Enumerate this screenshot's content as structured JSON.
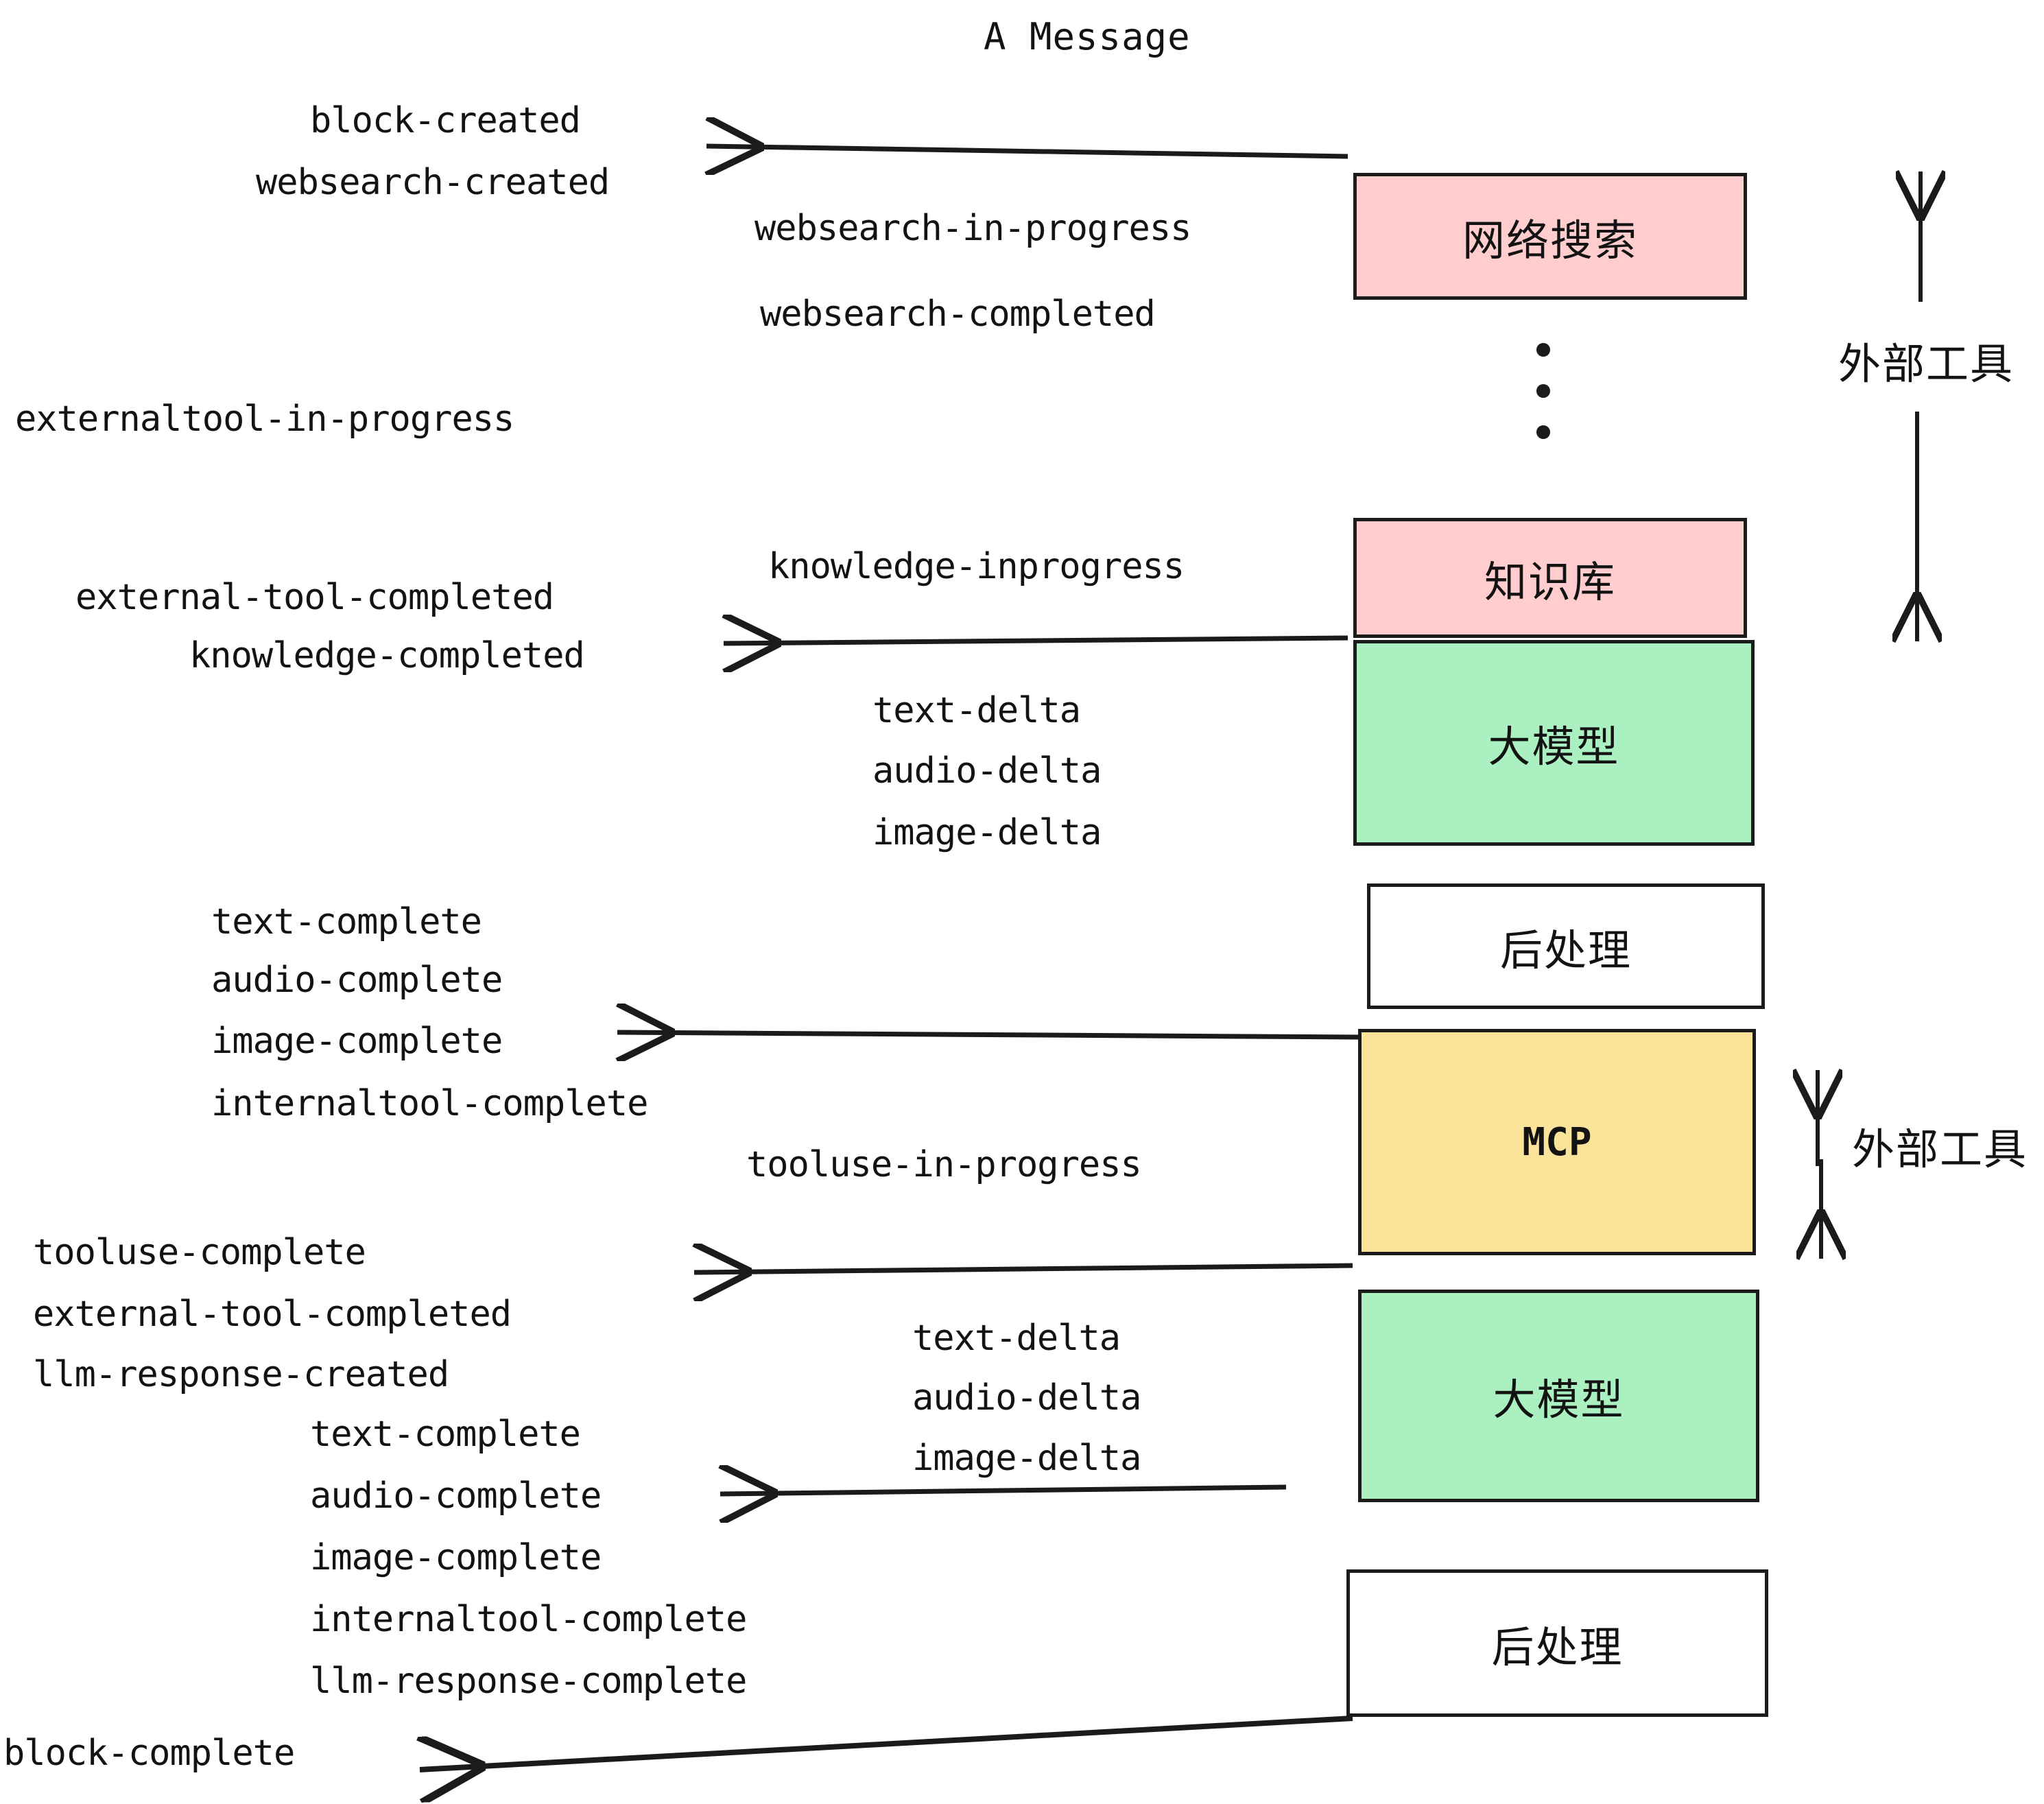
{
  "title": "A Message",
  "colors": {
    "pink": "#ffcdcd",
    "green": "#aaf0c0",
    "yellow": "#fbe49a",
    "white": "#ffffff",
    "stroke": "#1b1b1b",
    "text": "#131313"
  },
  "boxes": [
    {
      "id": "websearch",
      "label": "网络搜索",
      "fill": "pink"
    },
    {
      "id": "knowledge",
      "label": "知识库",
      "fill": "pink"
    },
    {
      "id": "llm-top",
      "label": "大模型",
      "fill": "green"
    },
    {
      "id": "postprocess-top",
      "label": "后处理",
      "fill": "white"
    },
    {
      "id": "mcp",
      "label": "MCP",
      "fill": "yellow"
    },
    {
      "id": "llm-bottom",
      "label": "大模型",
      "fill": "green"
    },
    {
      "id": "postprocess-bottom",
      "label": "后处理",
      "fill": "white"
    }
  ],
  "side_labels": [
    {
      "id": "external-tools-top",
      "label": "外部工具"
    },
    {
      "id": "external-tools-bottom",
      "label": "外部工具"
    }
  ],
  "events": {
    "block_created": "block-created",
    "websearch_created": "websearch-created",
    "websearch_in_progress": "websearch-in-progress",
    "websearch_completed": "websearch-completed",
    "externaltool_in_progress": "externaltool-in-progress",
    "knowledge_inprogress": "knowledge-inprogress",
    "external_tool_completed_1": "external-tool-completed",
    "knowledge_completed": "knowledge-completed",
    "text_delta_1": "text-delta",
    "audio_delta_1": "audio-delta",
    "image_delta_1": "image-delta",
    "text_complete_1": "text-complete",
    "audio_complete_1": "audio-complete",
    "image_complete_1": "image-complete",
    "internaltool_complete_1": "internaltool-complete",
    "tooluse_in_progress": "tooluse-in-progress",
    "tooluse_complete": "tooluse-complete",
    "external_tool_completed_2": "external-tool-completed",
    "llm_response_created": "llm-response-created",
    "text_delta_2": "text-delta",
    "audio_delta_2": "audio-delta",
    "image_delta_2": "image-delta",
    "text_complete_2": "text-complete",
    "audio_complete_2": "audio-complete",
    "image_complete_2": "image-complete",
    "internaltool_complete_2": "internaltool-complete",
    "llm_response_complete": "llm-response-complete",
    "block_complete": "block-complete"
  }
}
